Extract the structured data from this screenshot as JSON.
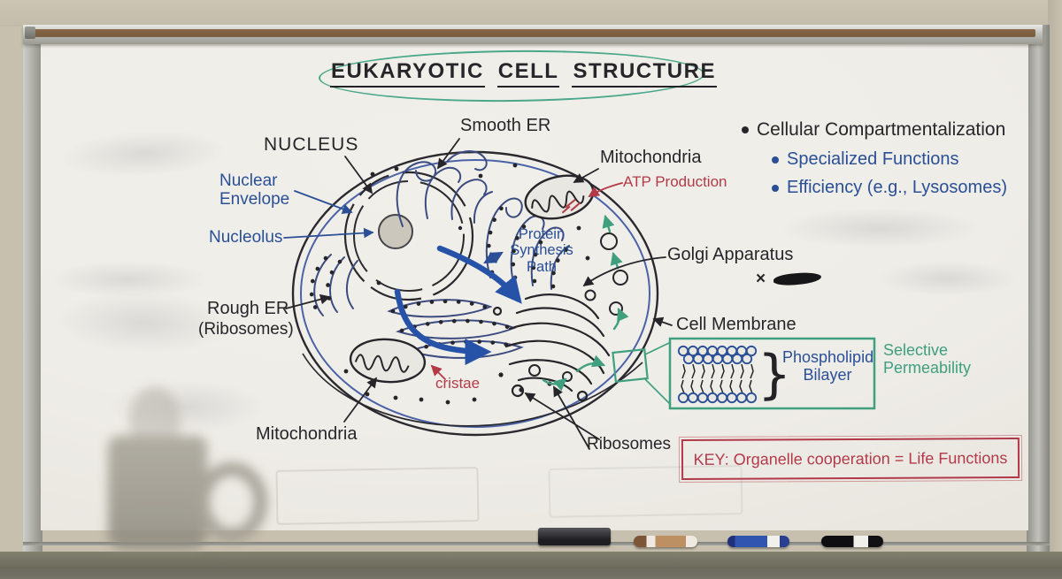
{
  "title": {
    "words": [
      "EUKARYOTIC",
      "CELL",
      "STRUCTURE"
    ]
  },
  "cell_labels": {
    "nucleus": "NUCLEUS",
    "nuclear_envelope": "Nuclear Envelope",
    "nucleolus": "Nucleolus",
    "rough_er": "Rough ER",
    "rough_er_sub": "(Ribosomes)",
    "mitochondria_bottom": "Mitochondria",
    "smooth_er": "Smooth ER",
    "mitochondria_top": "Mitochondria",
    "atp_production": "ATP Production",
    "protein_synthesis_line1": "Protein",
    "protein_synthesis_line2": "Synthesis",
    "protein_synthesis_line3": "Path",
    "golgi_apparatus": "Golgi Apparatus",
    "crossed_out_mark": "×",
    "cell_membrane": "Cell Membrane",
    "cristae": "cristae",
    "ribosomes": "Ribosomes"
  },
  "notes": {
    "bullet_main": "Cellular Compartmentalization",
    "bullet_sub1": "Specialized Functions",
    "bullet_sub2": "Efficiency (e.g., Lysosomes)"
  },
  "membrane_inset": {
    "label_line1": "Phospholipid",
    "label_line2": "Bilayer",
    "brace": "}",
    "note_line1": "Selective",
    "note_line2": "Permeability"
  },
  "key": {
    "text": "KEY: Organelle cooperation = Life Functions"
  },
  "colors": {
    "marker_black": "#26262a",
    "marker_blue": "#2a4f96",
    "marker_red": "#b43a48",
    "marker_green": "#3f9f7e",
    "title_oval_green": "#4aa88b",
    "board_surface": "#eae8e2",
    "wall": "#c8c0ae"
  },
  "tray_items": [
    "black-eraser",
    "brown-marker",
    "blue-marker",
    "black-marker"
  ]
}
